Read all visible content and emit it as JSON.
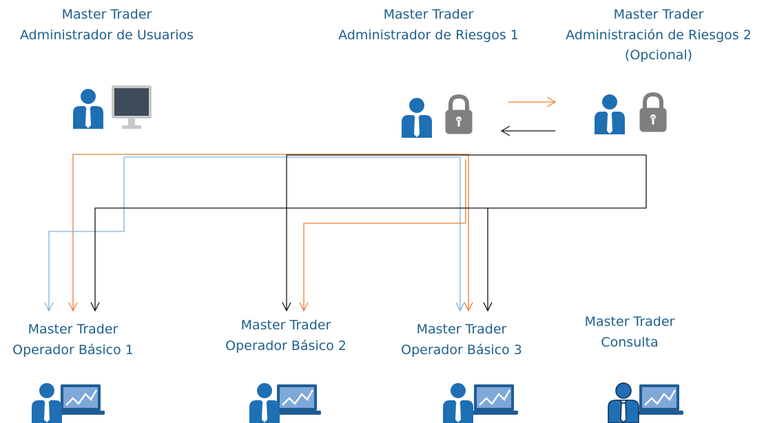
{
  "colors": {
    "label_text": "#1f5f8b",
    "person_blue": "#1f6fb4",
    "arrow_orange": "#ed7d31",
    "arrow_blue": "#7fb2d9",
    "arrow_black": "#111111",
    "lock_gray": "#7f7f7f",
    "monitor_screen": "#3d4b5a",
    "monitor_frame": "#c8c8c8",
    "chart_screen": "#7ea8d8",
    "chart_frame": "#1e5c96"
  },
  "nodes": {
    "user_admin": {
      "line1": "Master Trader",
      "line2": "Administrador de Usuarios",
      "icon": "person-monitor-icon"
    },
    "risk_admin_1": {
      "line1": "Master Trader",
      "line2": "Administrador de Riesgos 1",
      "icon": "person-lock-icon"
    },
    "risk_admin_2": {
      "line1": "Master Trader",
      "line2": "Administración de Riesgos 2",
      "line3": "(Opcional)",
      "icon": "person-lock-icon"
    },
    "operator_1": {
      "line1": "Master Trader",
      "line2": "Operador Básico 1",
      "icon": "person-laptop-chart-icon"
    },
    "operator_2": {
      "line1": "Master Trader",
      "line2": "Operador Básico 2",
      "icon": "person-laptop-chart-icon"
    },
    "operator_3": {
      "line1": "Master Trader",
      "line2": "Operador Básico 3",
      "icon": "person-laptop-chart-icon"
    },
    "consulta": {
      "line1": "Master Trader",
      "line2": "Consulta",
      "icon": "person-laptop-chart-icon"
    }
  }
}
